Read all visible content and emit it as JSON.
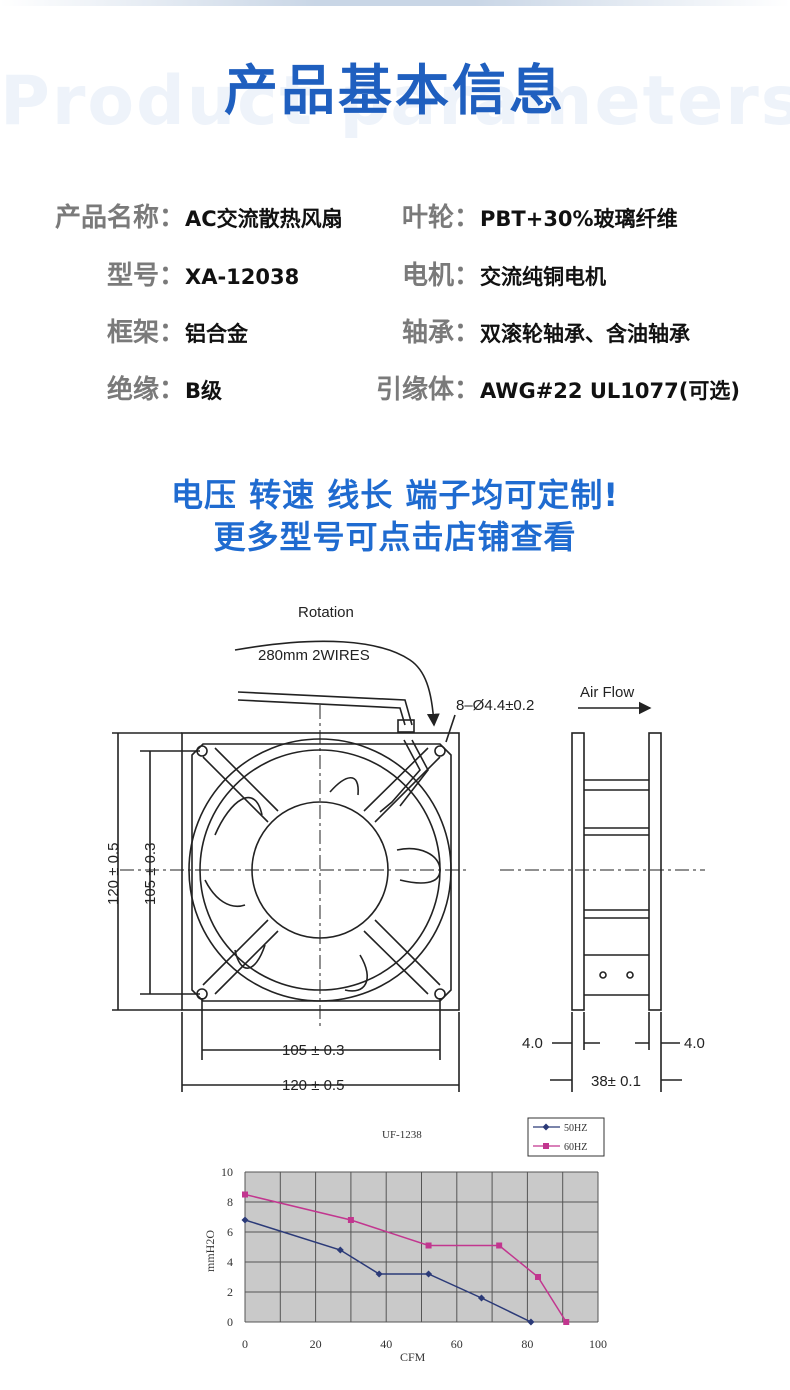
{
  "header": {
    "bg_text": "Product parameters",
    "title": "产品基本信息"
  },
  "specs": {
    "left": [
      {
        "label": "产品名称：",
        "value": "AC交流散热风扇"
      },
      {
        "label": "型号：",
        "value": "XA-12038"
      },
      {
        "label": "框架：",
        "value": "铝合金"
      },
      {
        "label": "绝缘：",
        "value": "B级"
      }
    ],
    "right": [
      {
        "label": "叶轮：",
        "value": "PBT+30%玻璃纤维"
      },
      {
        "label": "电机：",
        "value": "交流纯铜电机"
      },
      {
        "label": "轴承：",
        "value": "双滚轮轴承、含油轴承"
      },
      {
        "label": "引缘体：",
        "value": "AWG#22 UL1077(可选)"
      }
    ]
  },
  "promo": {
    "line1": "电压 转速 线长 端子均可定制!",
    "line2": "更多型号可点击店铺查看"
  },
  "drawing": {
    "rotation": "Rotation",
    "wires": "280mm 2WIRES",
    "holes": "8–Ø4.4±0.2",
    "airflow": "Air Flow",
    "dim_120_v": "120 ± 0.5",
    "dim_105_v": "105 ± 0.3",
    "dim_105_h": "105 ± 0.3",
    "dim_120_h": "120 ± 0.5",
    "dim_4_left": "4.0",
    "dim_4_right": "4.0",
    "dim_38": "38± 0.1"
  },
  "chart_data": {
    "type": "line",
    "title": "UF-1238",
    "xlabel": "CFM",
    "ylabel": "mmH2O",
    "xlim": [
      0,
      100
    ],
    "ylim": [
      0,
      10
    ],
    "x_ticks": [
      "0",
      "20",
      "40",
      "60",
      "80",
      "100"
    ],
    "y_ticks": [
      "0",
      "2",
      "4",
      "6",
      "8",
      "10"
    ],
    "grid": true,
    "legend_position": "top-right",
    "series": [
      {
        "name": "50HZ",
        "color": "#2b3a78",
        "points": [
          [
            0,
            6.8
          ],
          [
            27,
            4.8
          ],
          [
            38,
            3.2
          ],
          [
            52,
            3.2
          ],
          [
            67,
            1.6
          ],
          [
            81,
            0
          ]
        ]
      },
      {
        "name": "60HZ",
        "color": "#c2368f",
        "points": [
          [
            0,
            8.5
          ],
          [
            30,
            6.8
          ],
          [
            52,
            5.1
          ],
          [
            72,
            5.1
          ],
          [
            83,
            3.0
          ],
          [
            91,
            0
          ]
        ]
      }
    ]
  }
}
